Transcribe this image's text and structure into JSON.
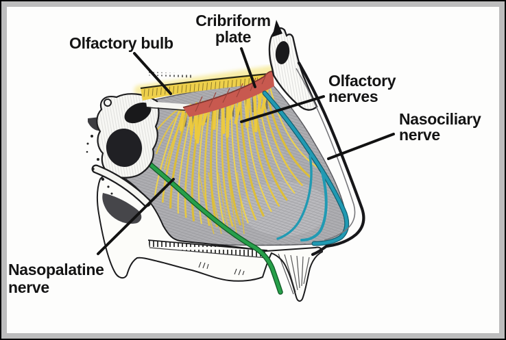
{
  "figure": {
    "description": "Sagittal anatomical diagram of the nasal septum showing its nerve supply",
    "labels": {
      "olfactory_bulb": "Olfactory bulb",
      "cribriform_plate": [
        "Cribriform",
        "plate"
      ],
      "olfactory_nerves": [
        "Olfactory",
        "nerves"
      ],
      "nasociliary_nerve": [
        "Nasociliary",
        "nerve"
      ],
      "nasopalatine_nerve": [
        "Nasopalatine",
        "nerve"
      ]
    }
  },
  "colors": {
    "olfactory_yellow": "#e9c83b",
    "olfactory_root_yellow": "#ecca3f",
    "bulb_yellow": "#eed04b",
    "glow_yellow": "#f8eda8",
    "cribriform_red": "#c8594f",
    "cribriform_red_edge": "#7e352e",
    "nasociliary_teal": "#219ab3",
    "nasociliary_teal_dark": "#135f70",
    "nasopalatine_green": "#27a04a",
    "nasopalatine_green_dark": "#135b28",
    "septum_gray": "#aeaeb2",
    "bone_white": "#fcfcf9",
    "ink_black": "#1b1b1d",
    "frame_gray": "#bdbdbd",
    "frame_border": "#000000",
    "label_text": "#141414",
    "leader_line": "#121212"
  }
}
